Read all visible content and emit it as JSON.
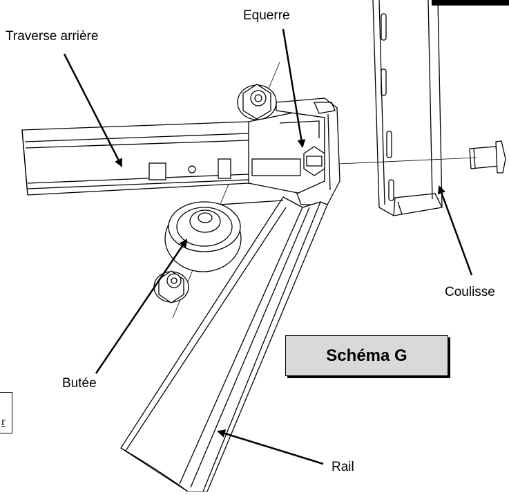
{
  "labels": {
    "equerre": "Equerre",
    "traverse": "Traverse arrière",
    "coulisse": "Coulisse",
    "butee": "Butée",
    "rail": "Rail"
  },
  "schema_title": "Schéma G",
  "corner_text": "r"
}
